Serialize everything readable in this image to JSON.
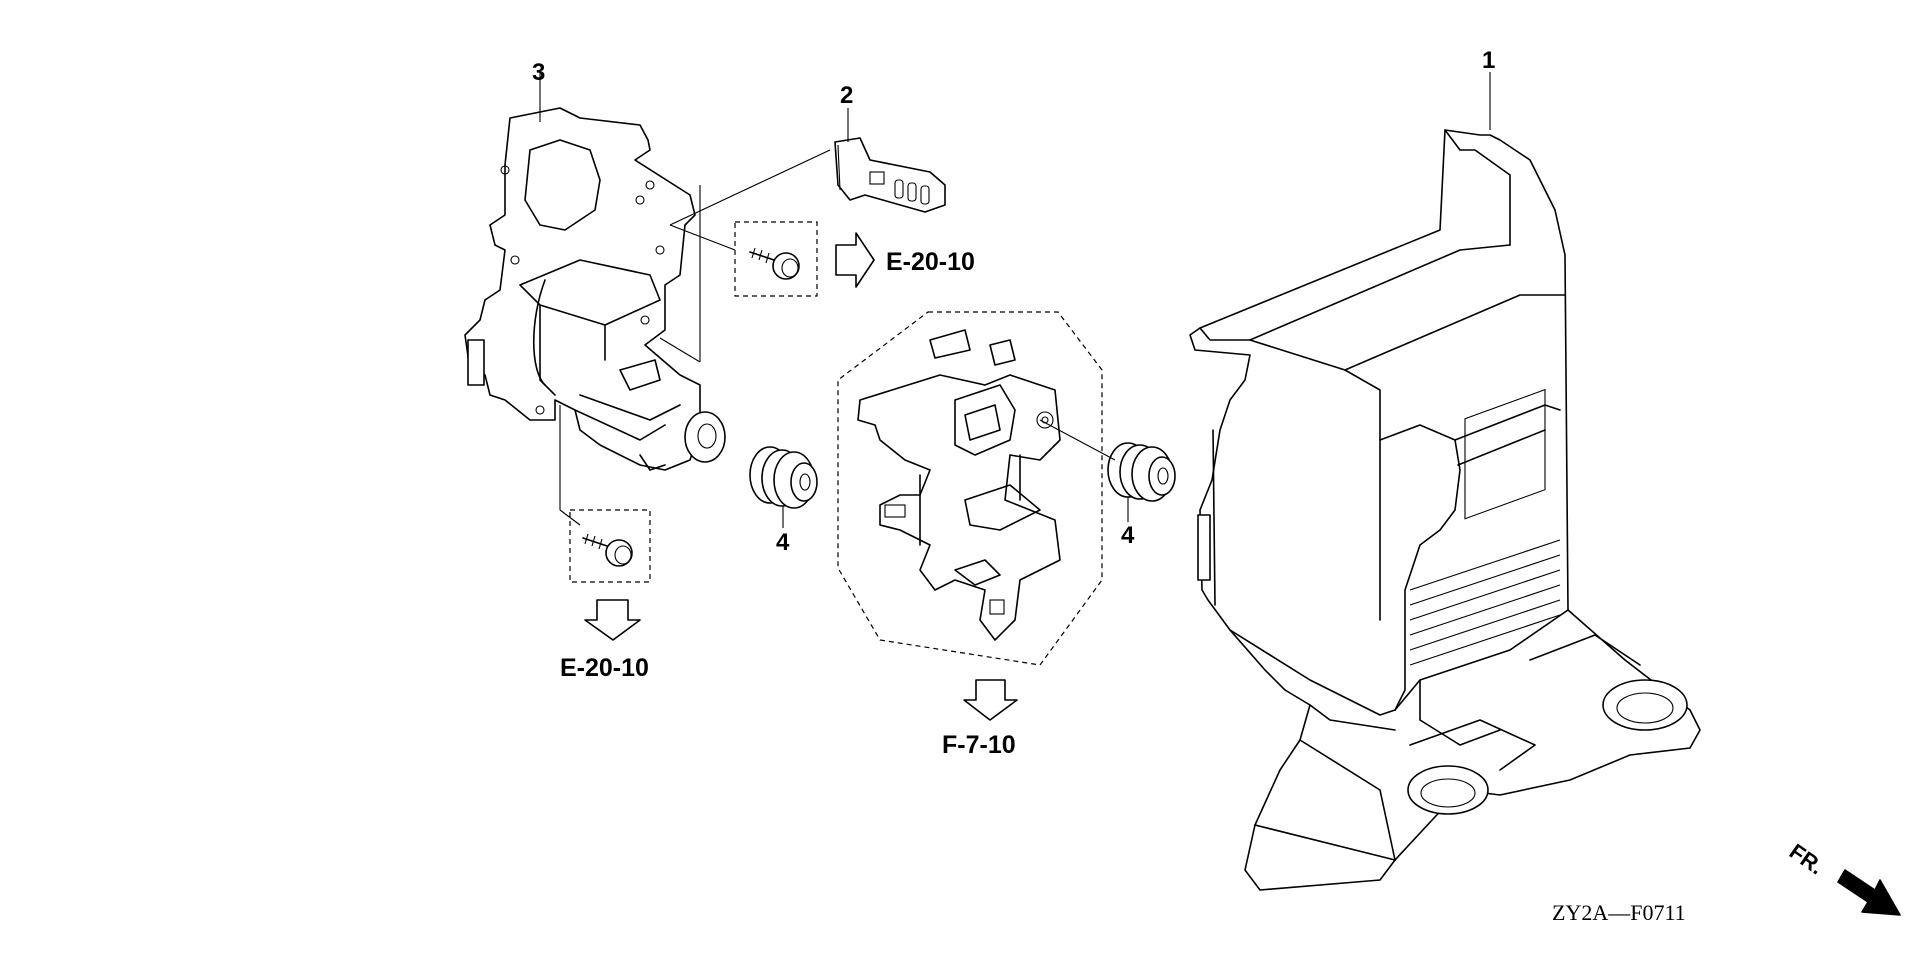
{
  "callouts": {
    "part1": "1",
    "part2": "2",
    "part3": "3",
    "part4a": "4",
    "part4b": "4"
  },
  "references": {
    "ref_right": "E-20-10",
    "ref_bottom_left": "E-20-10",
    "ref_bottom_center": "F-7-10"
  },
  "footer": {
    "diagram_code": "ZY2A—F0711",
    "front_indicator": "FR."
  }
}
